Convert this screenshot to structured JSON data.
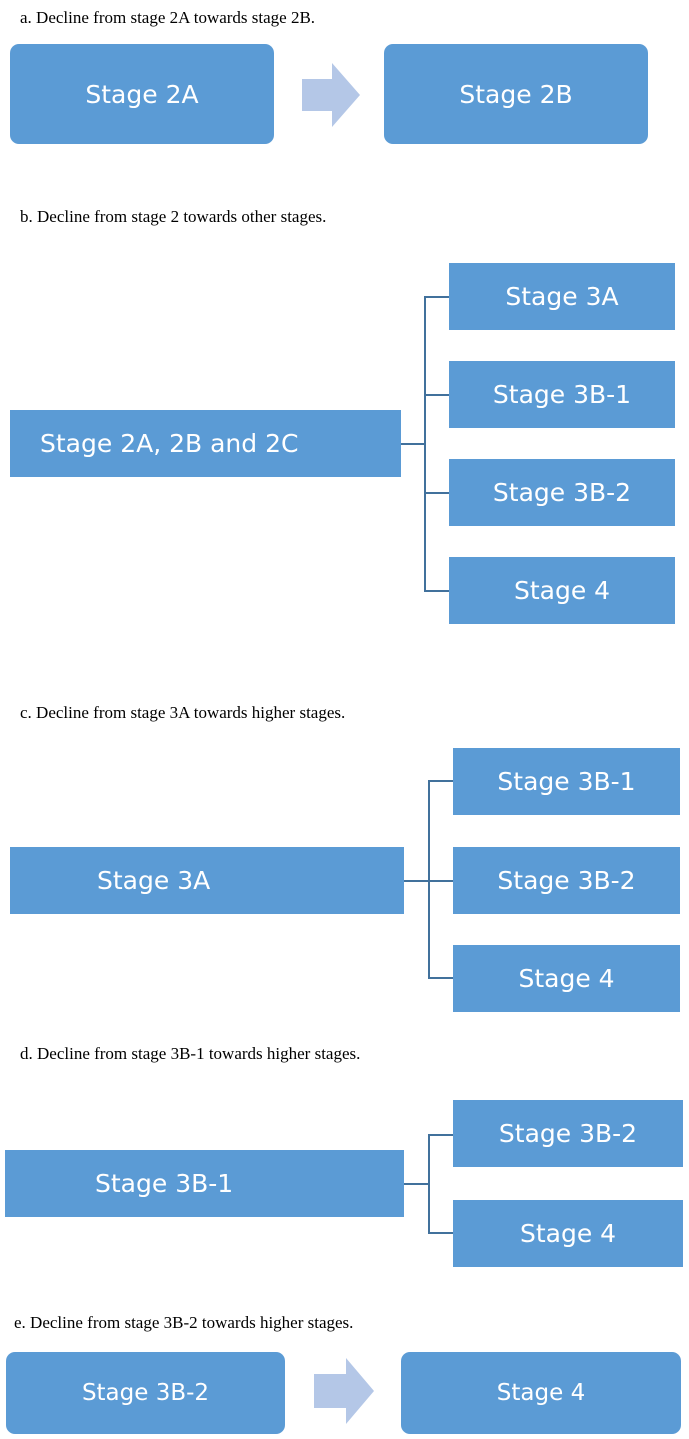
{
  "diagrams": {
    "a": {
      "caption": "a. Decline from stage 2A towards stage 2B.",
      "from": "Stage 2A",
      "to": "Stage 2B"
    },
    "b": {
      "caption": "b. Decline from stage 2 towards other stages.",
      "source": "Stage 2A, 2B and 2C",
      "targets": [
        "Stage 3A",
        "Stage 3B-1",
        "Stage 3B-2",
        "Stage 4"
      ]
    },
    "c": {
      "caption": "c. Decline from stage 3A towards higher stages.",
      "source": "Stage 3A",
      "targets": [
        "Stage 3B-1",
        "Stage 3B-2",
        "Stage 4"
      ]
    },
    "d": {
      "caption": "d. Decline from stage 3B-1 towards higher stages.",
      "source": "Stage 3B-1",
      "targets": [
        "Stage 3B-2",
        "Stage 4"
      ]
    },
    "e": {
      "caption": "e. Decline from stage 3B-2 towards higher stages.",
      "from": "Stage 3B-2",
      "to": "Stage 4"
    }
  },
  "colors": {
    "box_fill": "#5b9bd5",
    "connector": "#41719c",
    "arrow_fill": "#b4c7e7"
  }
}
